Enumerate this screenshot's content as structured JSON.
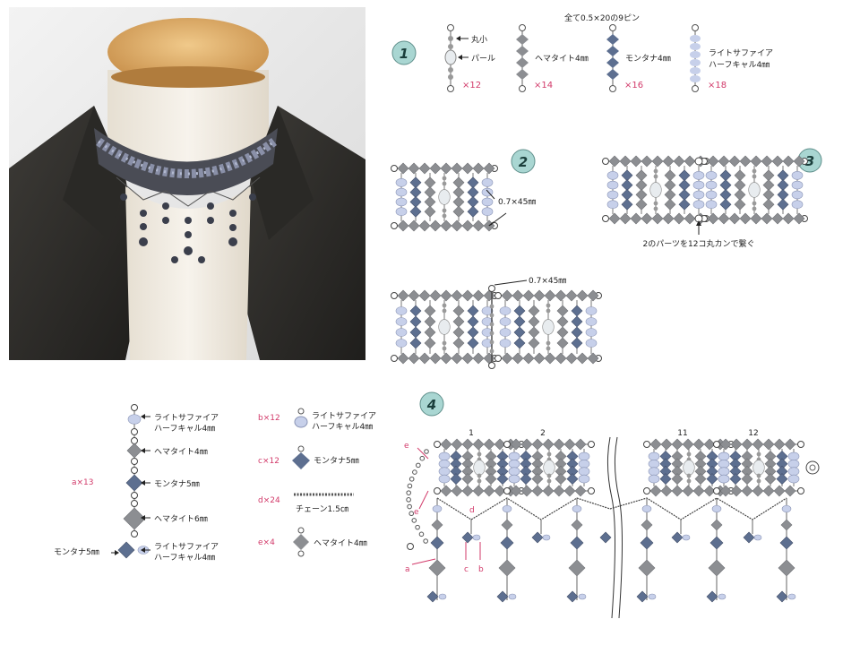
{
  "step1": {
    "num": "1",
    "header": "全て0.5×20の9ピン",
    "labels": {
      "ring_small": "丸小",
      "pearl": "パール",
      "hematite": "ヘマタイト4㎜",
      "montana": "モンタナ4㎜",
      "sapphire_1": "ライトサファイア",
      "sapphire_2": "ハーフキャル4㎜"
    },
    "counts": {
      "pearl": "×12",
      "hematite": "×14",
      "montana": "×16",
      "sapphire": "×18"
    }
  },
  "step2": {
    "num": "2",
    "wire": "0.7×45㎜"
  },
  "step2b": {
    "wire": "0.7×45㎜"
  },
  "step3": {
    "num": "3",
    "caption": "2のパーツを12コ丸カンで繋ぐ"
  },
  "step4": {
    "num": "4",
    "segments": [
      "1",
      "2",
      "11",
      "12"
    ],
    "markers": {
      "a": "a",
      "b": "b",
      "c": "c",
      "d": "d",
      "e1": "e",
      "e2": "e"
    }
  },
  "legend": {
    "a_count": "a×13",
    "a_parts": {
      "sapphire_1": "ライトサファイア",
      "sapphire_2": "ハーフキャル4㎜",
      "hematite4": "ヘマタイト4㎜",
      "montana5": "モンタナ5㎜",
      "hematite6": "ヘマタイト6㎜",
      "montana5_left": "モンタナ5㎜",
      "sapphire_b1": "ライトサファイア",
      "sapphire_b2": "ハーフキャル4㎜"
    },
    "b_count": "b×12",
    "b_1": "ライトサファイア",
    "b_2": "ハーフキャル4㎜",
    "c_count": "c×12",
    "c_label": "モンタナ5㎜",
    "d_count": "d×24",
    "d_label": "チェーン1.5㎝",
    "e_count": "e×4",
    "e_label": "ヘマタイト4㎜"
  },
  "colors": {
    "hematite": "#8c8e92",
    "montana": "#5d6f90",
    "sapphire": "#c7d0ea",
    "pearl": "#e8ecef",
    "accent": "#d23a6a",
    "badge": "#a9d6d2"
  }
}
